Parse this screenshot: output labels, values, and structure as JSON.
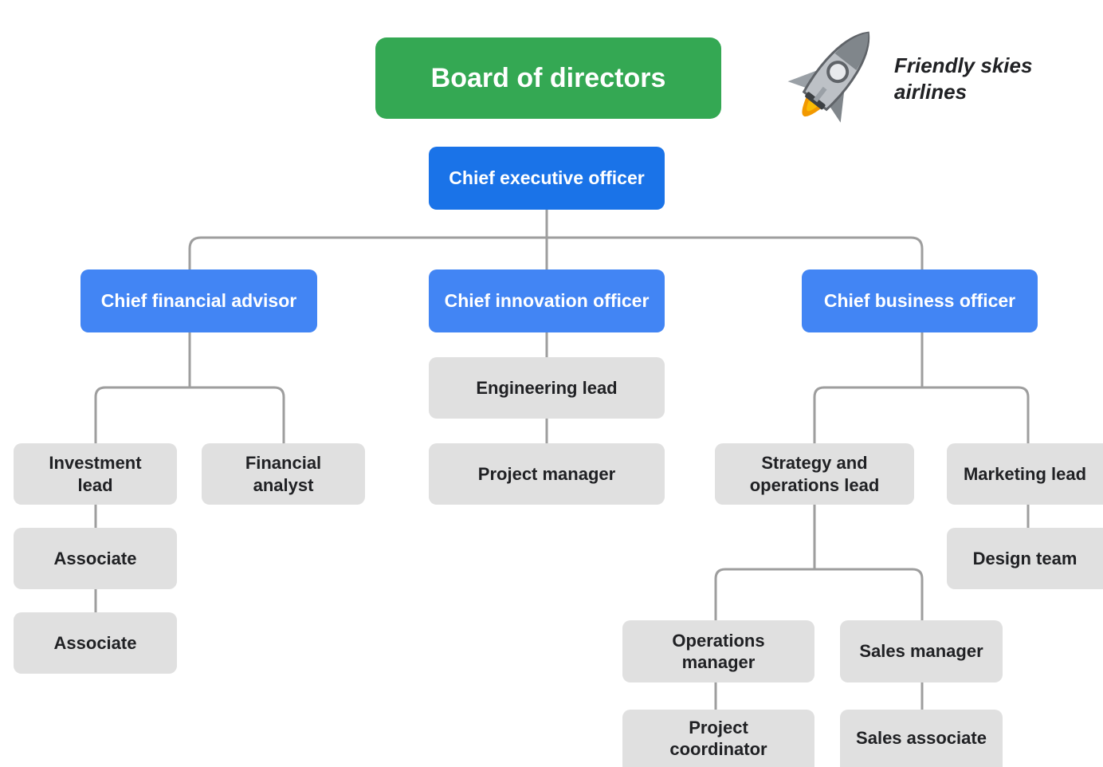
{
  "brand": {
    "name": "Friendly skies\nairlines",
    "icon": "rocket-icon"
  },
  "colors": {
    "board": "#34a853",
    "ceo": "#1a73e8",
    "executives": "#4285f4",
    "staff": "#e0e0e0",
    "connector": "#9e9e9e"
  },
  "org": {
    "board": "Board of directors",
    "ceo": "Chief executive officer",
    "cfa": "Chief financial advisor",
    "cio": "Chief innovation officer",
    "cbo": "Chief business officer",
    "investment_lead": "Investment\nlead",
    "financial_analyst": "Financial\nanalyst",
    "associate_1": "Associate",
    "associate_2": "Associate",
    "engineering_lead": "Engineering lead",
    "project_manager": "Project manager",
    "strategy_ops_lead": "Strategy and\noperations lead",
    "marketing_lead": "Marketing lead",
    "design_team": "Design team",
    "operations_manager": "Operations\nmanager",
    "sales_manager": "Sales manager",
    "project_coordinator": "Project\ncoordinator",
    "sales_associate": "Sales associate"
  }
}
